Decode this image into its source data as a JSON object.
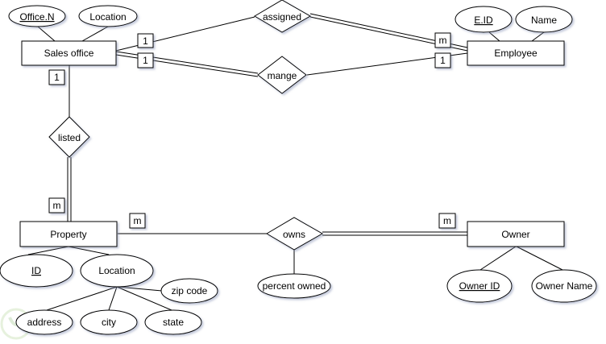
{
  "diagram": {
    "entities": {
      "sales_office": "Sales office",
      "employee": "Employee",
      "property": "Property",
      "owner": "Owner"
    },
    "relationships": {
      "assigned": "assigned",
      "mange": "mange",
      "listed": "listed",
      "owns": "owns"
    },
    "attributes": {
      "office_n": {
        "label": "Office.N",
        "key": true
      },
      "office_location": {
        "label": "Location",
        "key": false
      },
      "e_id": {
        "label": "E.ID",
        "key": true
      },
      "emp_name": {
        "label": "Name",
        "key": false
      },
      "prop_id": {
        "label": "ID",
        "key": true
      },
      "prop_location": {
        "label": "Location",
        "key": false
      },
      "zip_code": {
        "label": "zip code",
        "key": false
      },
      "address": {
        "label": "address",
        "key": false
      },
      "city": {
        "label": "city",
        "key": false
      },
      "state": {
        "label": "state",
        "key": false
      },
      "percent_owned": {
        "label": "percent owned",
        "key": false
      },
      "owner_id": {
        "label": "Owner ID",
        "key": true
      },
      "owner_name": {
        "label": "Owner Name",
        "key": false
      }
    },
    "cardinalities": {
      "sales_assigned": "1",
      "sales_mange": "1",
      "employee_assigned": "m",
      "employee_mange": "1",
      "sales_listed": "1",
      "property_listed": "m",
      "property_owns": "m",
      "owner_owns": "m"
    }
  }
}
